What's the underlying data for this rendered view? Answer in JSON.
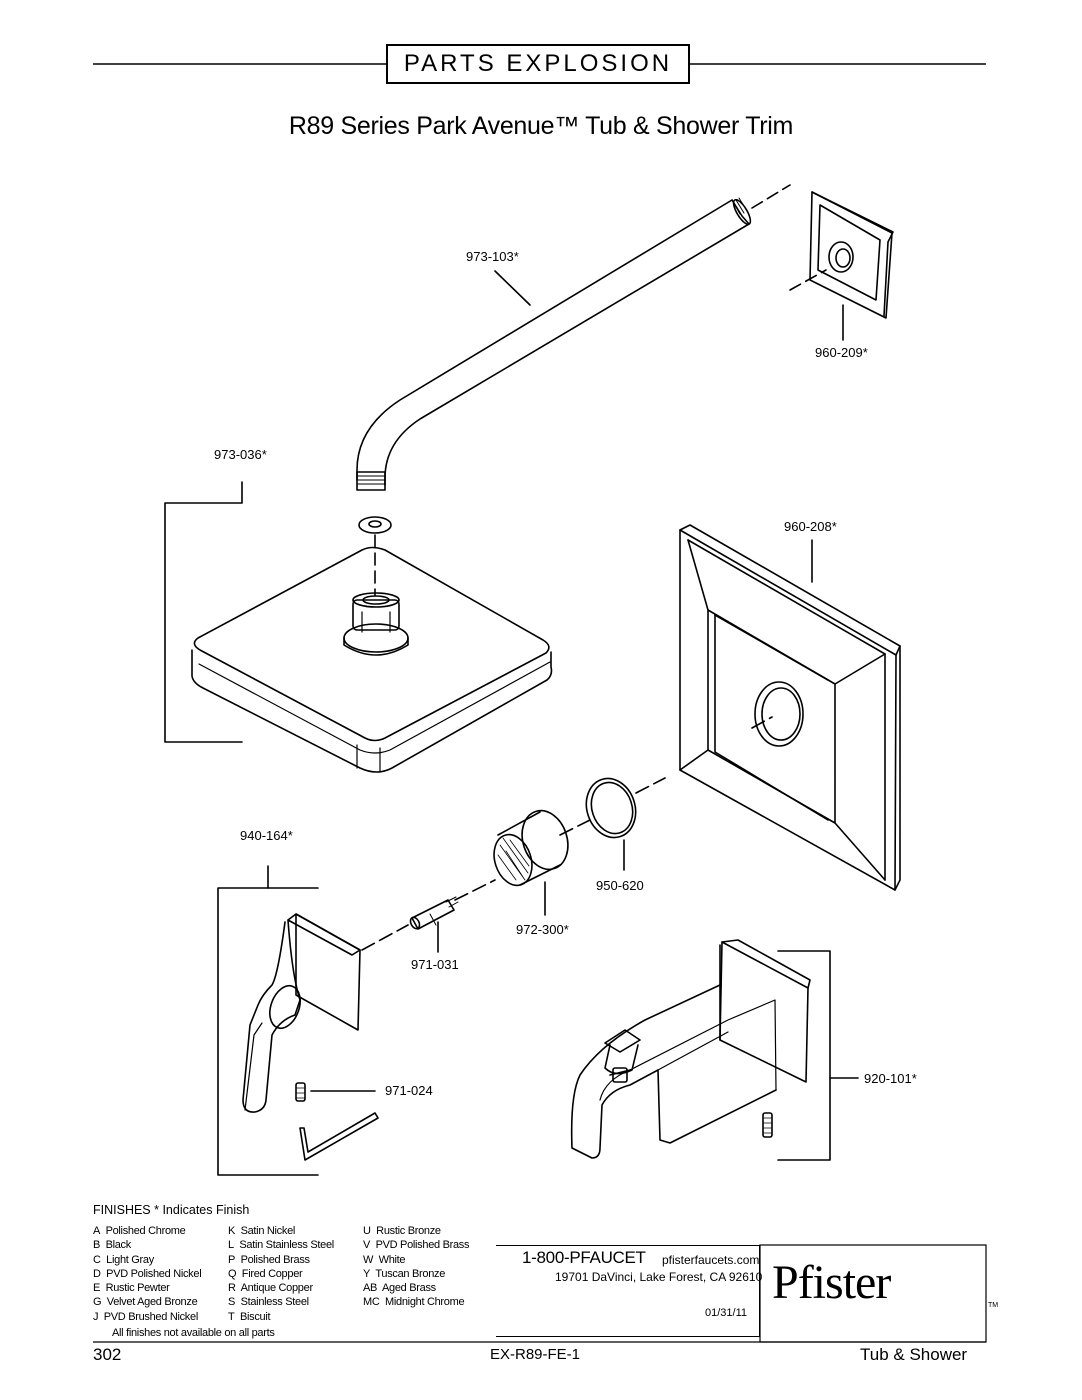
{
  "header": {
    "title": "PARTS EXPLOSION"
  },
  "page_title": "R89 Series Park Avenue™ Tub & Shower Trim",
  "parts": [
    {
      "id": "973-103*"
    },
    {
      "id": "960-209*"
    },
    {
      "id": "973-036*"
    },
    {
      "id": "960-208*"
    },
    {
      "id": "940-164*"
    },
    {
      "id": "950-620"
    },
    {
      "id": "972-300*"
    },
    {
      "id": "971-031"
    },
    {
      "id": "971-024"
    },
    {
      "id": "920-101*"
    }
  ],
  "finishes": {
    "title": "FINISHES  * Indicates Finish",
    "columns": [
      [
        {
          "code": "A",
          "name": "Polished Chrome"
        },
        {
          "code": "B",
          "name": "Black"
        },
        {
          "code": "C",
          "name": "Light Gray"
        },
        {
          "code": "D",
          "name": "PVD Polished Nickel"
        },
        {
          "code": "E",
          "name": "Rustic Pewter"
        },
        {
          "code": "G",
          "name": "Velvet Aged Bronze"
        },
        {
          "code": "J",
          "name": "PVD Brushed Nickel"
        }
      ],
      [
        {
          "code": "K",
          "name": "Satin Nickel"
        },
        {
          "code": "L",
          "name": "Satin Stainless Steel"
        },
        {
          "code": "P",
          "name": "Polished Brass"
        },
        {
          "code": "Q",
          "name": "Fired Copper"
        },
        {
          "code": "R",
          "name": "Antique Copper"
        },
        {
          "code": "S",
          "name": "Stainless Steel"
        },
        {
          "code": "T",
          "name": "Biscuit"
        }
      ],
      [
        {
          "code": "U",
          "name": "Rustic Bronze"
        },
        {
          "code": "V",
          "name": "PVD Polished Brass"
        },
        {
          "code": "W",
          "name": "White"
        },
        {
          "code": "Y",
          "name": "Tuscan Bronze"
        },
        {
          "code": "AB",
          "name": "Aged Brass"
        },
        {
          "code": "MC",
          "name": "Midnight Chrome"
        }
      ]
    ],
    "note": "All finishes not available on all parts"
  },
  "contact": {
    "phone": "1-800-PFAUCET",
    "website": "pfisterfaucets.com",
    "address": "19701 DaVinci, Lake Forest, CA  92610",
    "date": "01/31/11"
  },
  "brand": {
    "name": "Pfister",
    "tm": "TM"
  },
  "footer": {
    "page_number": "302",
    "doc_code": "EX-R89-FE-1",
    "section": "Tub & Shower"
  }
}
